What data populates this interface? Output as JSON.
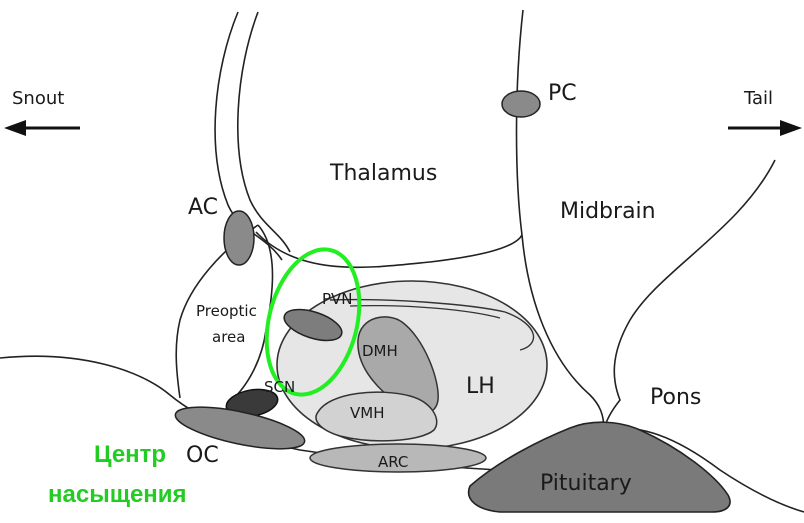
{
  "directions": {
    "left": "Snout",
    "right": "Tail"
  },
  "regions": {
    "pc": "PC",
    "thalamus": "Thalamus",
    "midbrain": "Midbrain",
    "ac": "AC",
    "preoptic_line1": "Preoptic",
    "preoptic_line2": "area",
    "pvn": "PVN",
    "dmh": "DMH",
    "lh": "LH",
    "scn": "SCN",
    "vmh": "VMH",
    "pons": "Pons",
    "oc": "OC",
    "arc": "ARC",
    "pituitary": "Pituitary"
  },
  "annotation": {
    "line1": "Центр",
    "line2": "насыщения",
    "color": "#22cc22"
  },
  "highlight": {
    "color": "#22ee22"
  }
}
